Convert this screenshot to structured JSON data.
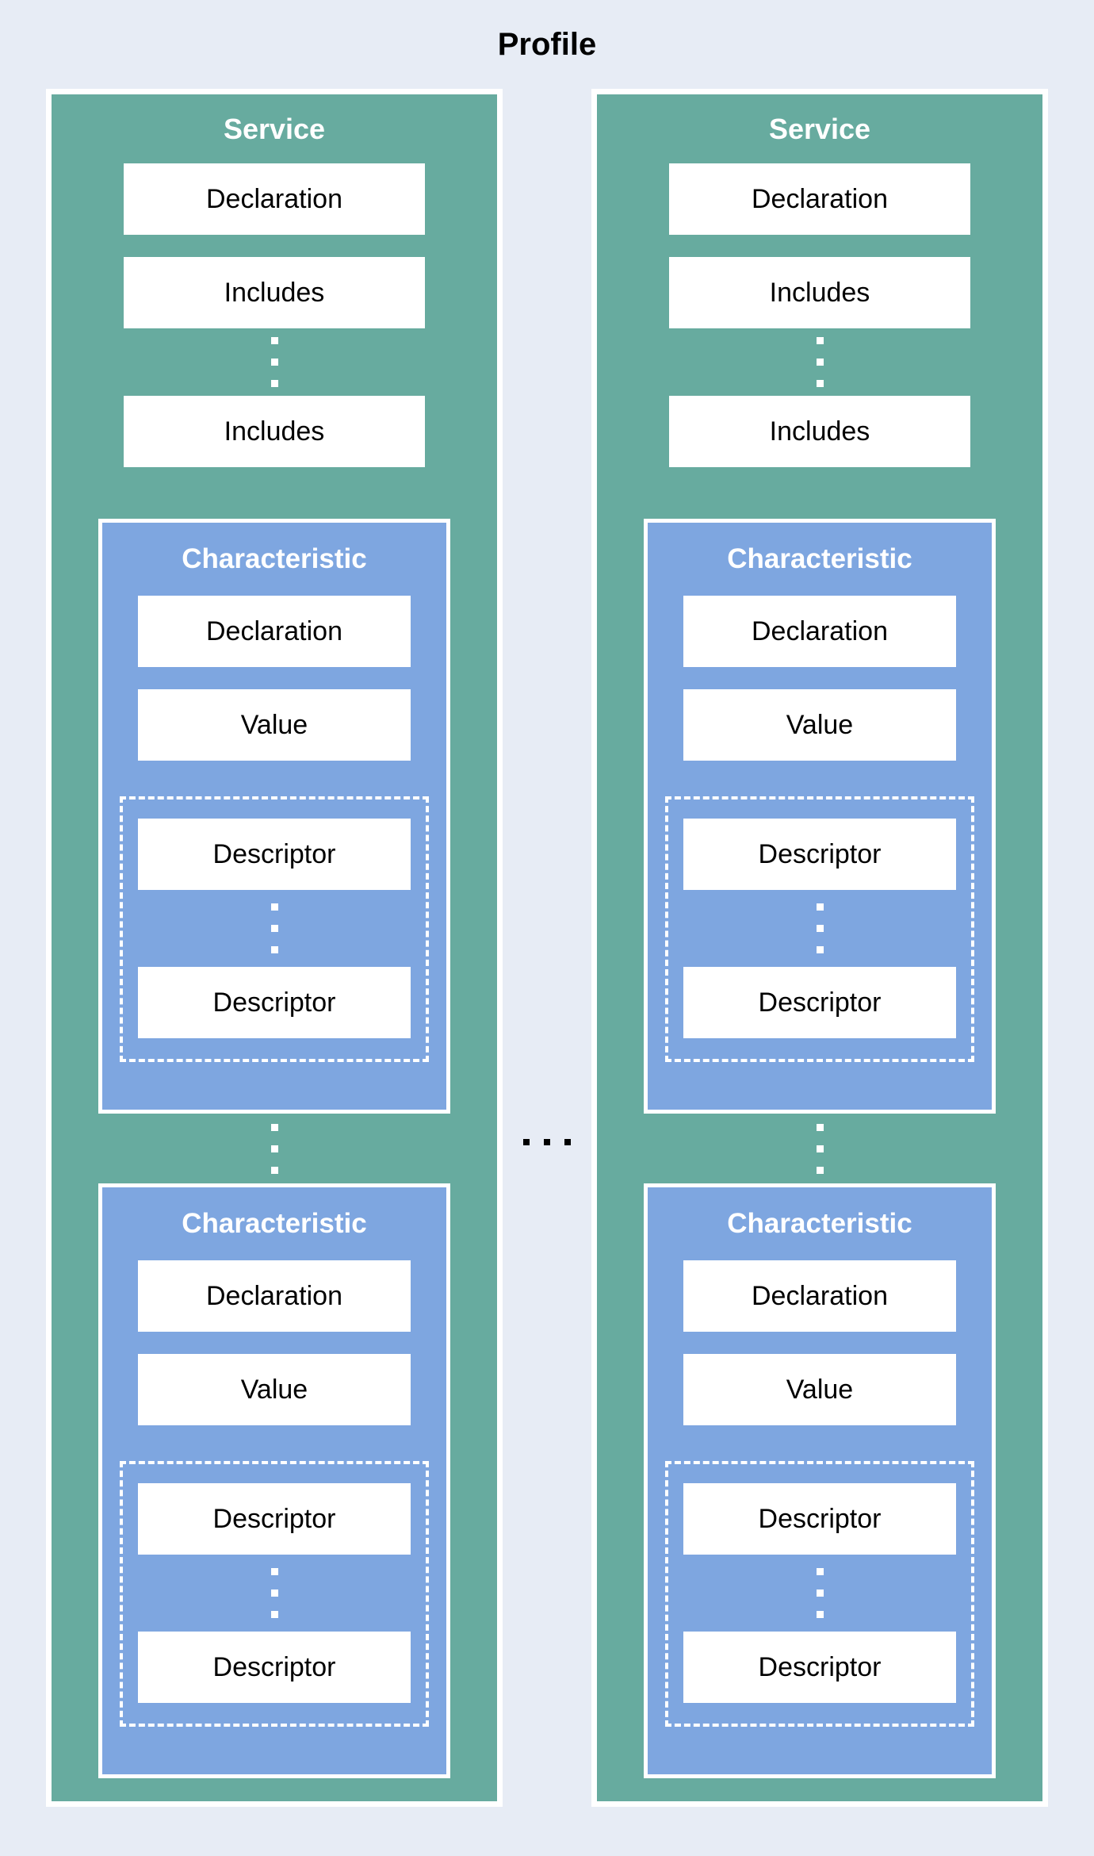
{
  "title": "Profile",
  "colors": {
    "background": "#e7ecf5",
    "service_fill": "#67ab9f",
    "characteristic_fill": "#7ea6e0",
    "box_fill": "#ffffff",
    "box_text": "#000000",
    "header_text": "#ffffff",
    "mid_ellipsis": "#000000"
  },
  "mid_ellipsis_symbol": "...",
  "services": [
    {
      "title": "Service",
      "declaration": "Declaration",
      "includes": [
        "Includes",
        "Includes"
      ],
      "characteristics": [
        {
          "title": "Characteristic",
          "declaration": "Declaration",
          "value": "Value",
          "descriptors": [
            "Descriptor",
            "Descriptor"
          ]
        },
        {
          "title": "Characteristic",
          "declaration": "Declaration",
          "value": "Value",
          "descriptors": [
            "Descriptor",
            "Descriptor"
          ]
        }
      ]
    },
    {
      "title": "Service",
      "declaration": "Declaration",
      "includes": [
        "Includes",
        "Includes"
      ],
      "characteristics": [
        {
          "title": "Characteristic",
          "declaration": "Declaration",
          "value": "Value",
          "descriptors": [
            "Descriptor",
            "Descriptor"
          ]
        },
        {
          "title": "Characteristic",
          "declaration": "Declaration",
          "value": "Value",
          "descriptors": [
            "Descriptor",
            "Descriptor"
          ]
        }
      ]
    }
  ]
}
